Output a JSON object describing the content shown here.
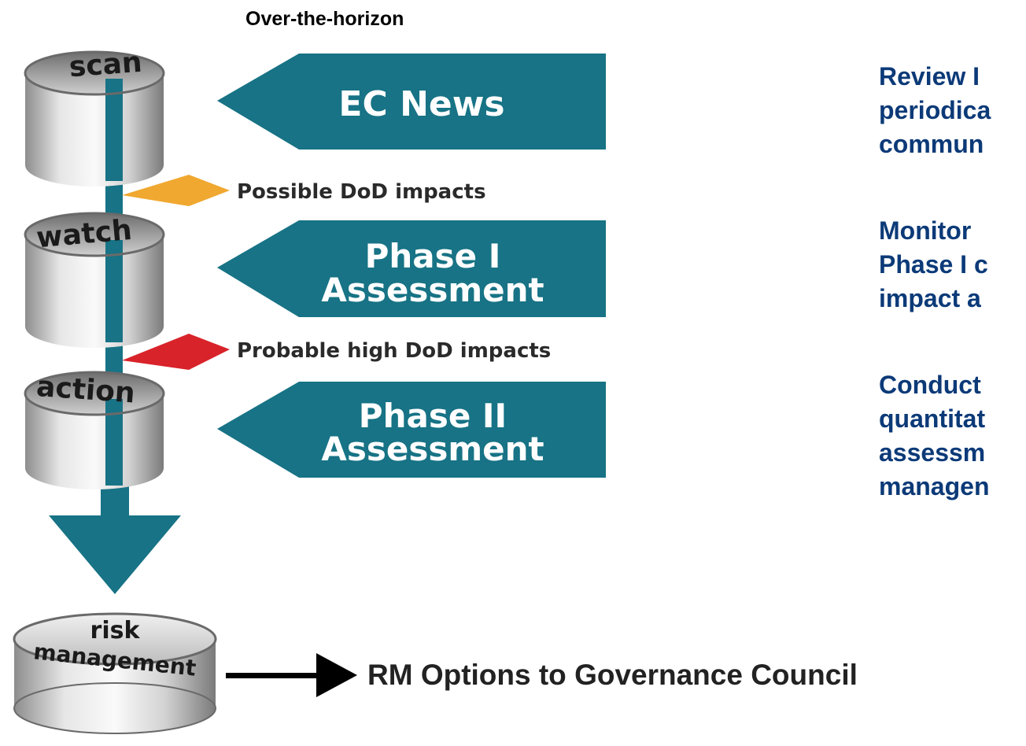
{
  "header": {
    "label": "Over-the-horizon"
  },
  "stages": [
    {
      "name": "scan"
    },
    {
      "name": "watch"
    },
    {
      "name": "action"
    }
  ],
  "final_stage": {
    "line1": "risk",
    "line2": "management"
  },
  "banners": [
    {
      "lines": [
        "EC News"
      ]
    },
    {
      "lines": [
        "Phase I",
        "Assessment"
      ]
    },
    {
      "lines": [
        "Phase II",
        "Assessment"
      ]
    }
  ],
  "impacts": [
    {
      "label": "Possible DoD impacts",
      "color": "#f0a830"
    },
    {
      "label": "Probable high DoD impacts",
      "color": "#d8232a"
    }
  ],
  "right_notes": [
    {
      "lines": [
        "Review I",
        "periodica",
        "commun"
      ]
    },
    {
      "lines": [
        "Monitor",
        "Phase I c",
        "impact a"
      ]
    },
    {
      "lines": [
        "Conduct",
        "quantitat",
        "assessm",
        "managen"
      ]
    }
  ],
  "outcome": {
    "label": "RM Options to Governance Council"
  },
  "colors": {
    "banner": "#177385",
    "text_blue": "#0c3a78",
    "stem": "#177385"
  }
}
